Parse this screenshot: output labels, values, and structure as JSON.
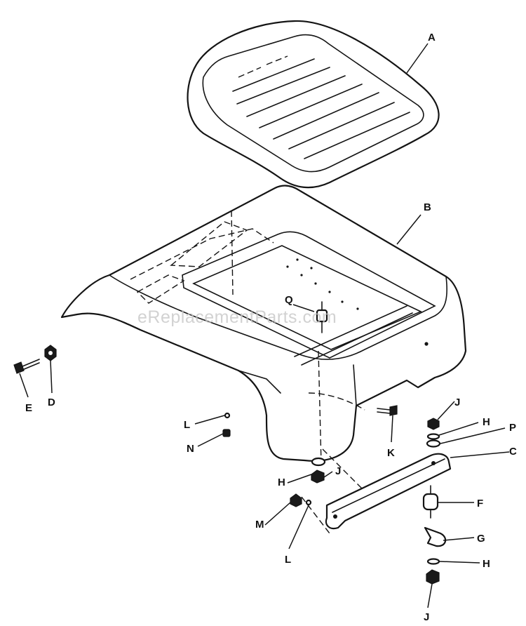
{
  "watermark": "eReplacementParts.com",
  "callouts": {
    "A": "A",
    "B": "B",
    "C": "C",
    "D": "D",
    "E": "E",
    "F": "F",
    "G": "G",
    "H1": "H",
    "H2": "H",
    "H3": "H",
    "J1": "J",
    "J2": "J",
    "J3": "J",
    "K": "K",
    "L1": "L",
    "L2": "L",
    "M": "M",
    "N": "N",
    "P": "P",
    "Q": "Q"
  }
}
